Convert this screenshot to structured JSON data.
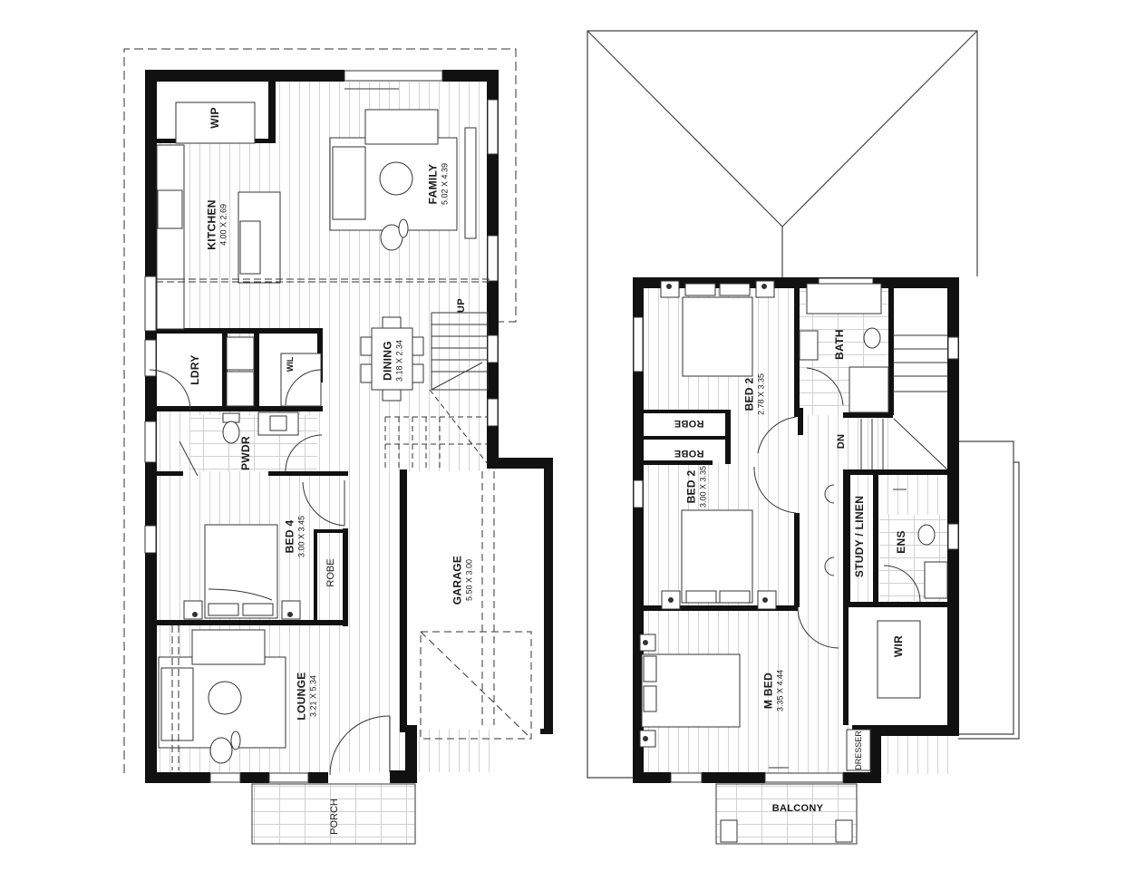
{
  "plan": {
    "ground_floor": {
      "rooms": [
        {
          "name": "WIP",
          "dims": ""
        },
        {
          "name": "KITCHEN",
          "dims": "4.00 X 2.69"
        },
        {
          "name": "FAMILY",
          "dims": "5.02 X 4.39"
        },
        {
          "name": "DINING",
          "dims": "3.18 X 2.34"
        },
        {
          "name": "LDRY",
          "dims": ""
        },
        {
          "name": "WIL",
          "dims": ""
        },
        {
          "name": "PWDR",
          "dims": ""
        },
        {
          "name": "BED 4",
          "dims": "3.00 X 3.45"
        },
        {
          "name": "ROBE",
          "dims": ""
        },
        {
          "name": "LOUNGE",
          "dims": "3.21 X 5.34"
        },
        {
          "name": "GARAGE",
          "dims": "5.50 X 3.00"
        },
        {
          "name": "PORCH",
          "dims": ""
        }
      ],
      "stair_label": "UP"
    },
    "first_floor": {
      "rooms": [
        {
          "name": "BED 2",
          "dims": "2.78 X 3.35"
        },
        {
          "name": "BATH",
          "dims": ""
        },
        {
          "name": "ROBE",
          "dims": ""
        },
        {
          "name": "ROBE",
          "dims": ""
        },
        {
          "name": "BED 2",
          "dims": "3.00 X 3.35"
        },
        {
          "name": "STUDY / LINEN",
          "dims": ""
        },
        {
          "name": "ENS",
          "dims": ""
        },
        {
          "name": "WIR",
          "dims": ""
        },
        {
          "name": "M BED",
          "dims": "3.35 X 4.44"
        },
        {
          "name": "DRESSER",
          "dims": ""
        },
        {
          "name": "BALCONY",
          "dims": ""
        }
      ],
      "stair_label": "DN"
    },
    "colors": {
      "wall": "#111111",
      "line": "#333333",
      "floor_hatch": "#d9d9d9",
      "tile": "#cfcfcf"
    }
  }
}
